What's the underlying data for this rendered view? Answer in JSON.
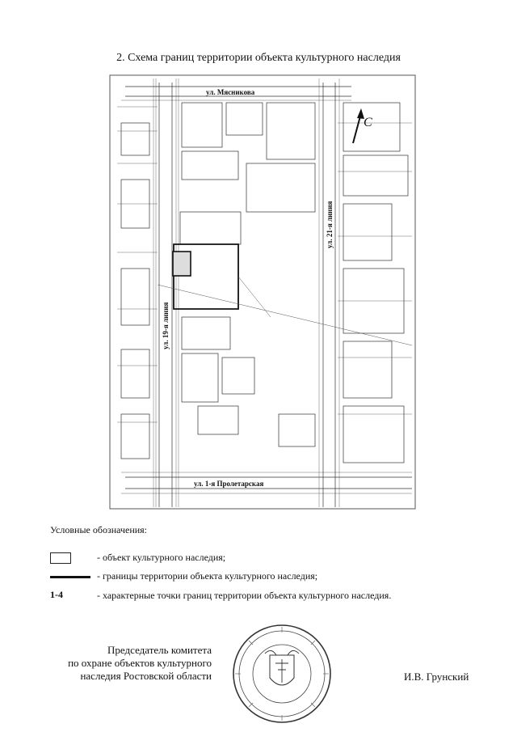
{
  "document": {
    "title": "2. Схема границ территории объекта культурного наследия"
  },
  "map": {
    "streets": {
      "top": "ул. Мясникова",
      "left": "ул. 19-я линия",
      "right": "ул. 21-я линия",
      "bottom": "ул. 1-я Пролетарская"
    },
    "north_label": "С"
  },
  "legend": {
    "title": "Условные обозначения:",
    "items": [
      {
        "symbol": "",
        "text": "- объект культурного наследия;"
      },
      {
        "symbol": "",
        "text": "- границы территории объекта культурного наследия;"
      },
      {
        "symbol": "1-4",
        "text": "- характерные точки границ территории объекта культурного наследия."
      }
    ]
  },
  "signature": {
    "line1": "Председатель комитета",
    "line2": "по охране объектов культурного",
    "line3": "наследия Ростовской области",
    "name": "И.В. Грунский"
  }
}
